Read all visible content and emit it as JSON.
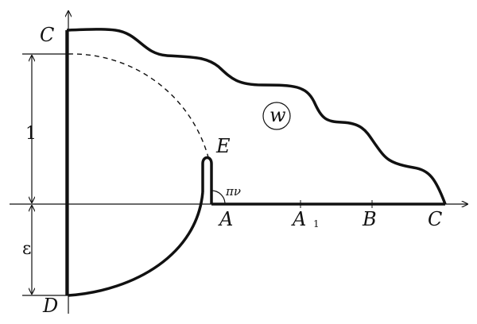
{
  "labels": {
    "c_top": "C",
    "d_bottom": "D",
    "e_tip": "E",
    "a": "A",
    "a1_main": "A",
    "a1_sub": "1",
    "b": "B",
    "c_right": "C",
    "w": "w",
    "one": "1",
    "epsilon": "ε",
    "pi_nu": "πν"
  }
}
